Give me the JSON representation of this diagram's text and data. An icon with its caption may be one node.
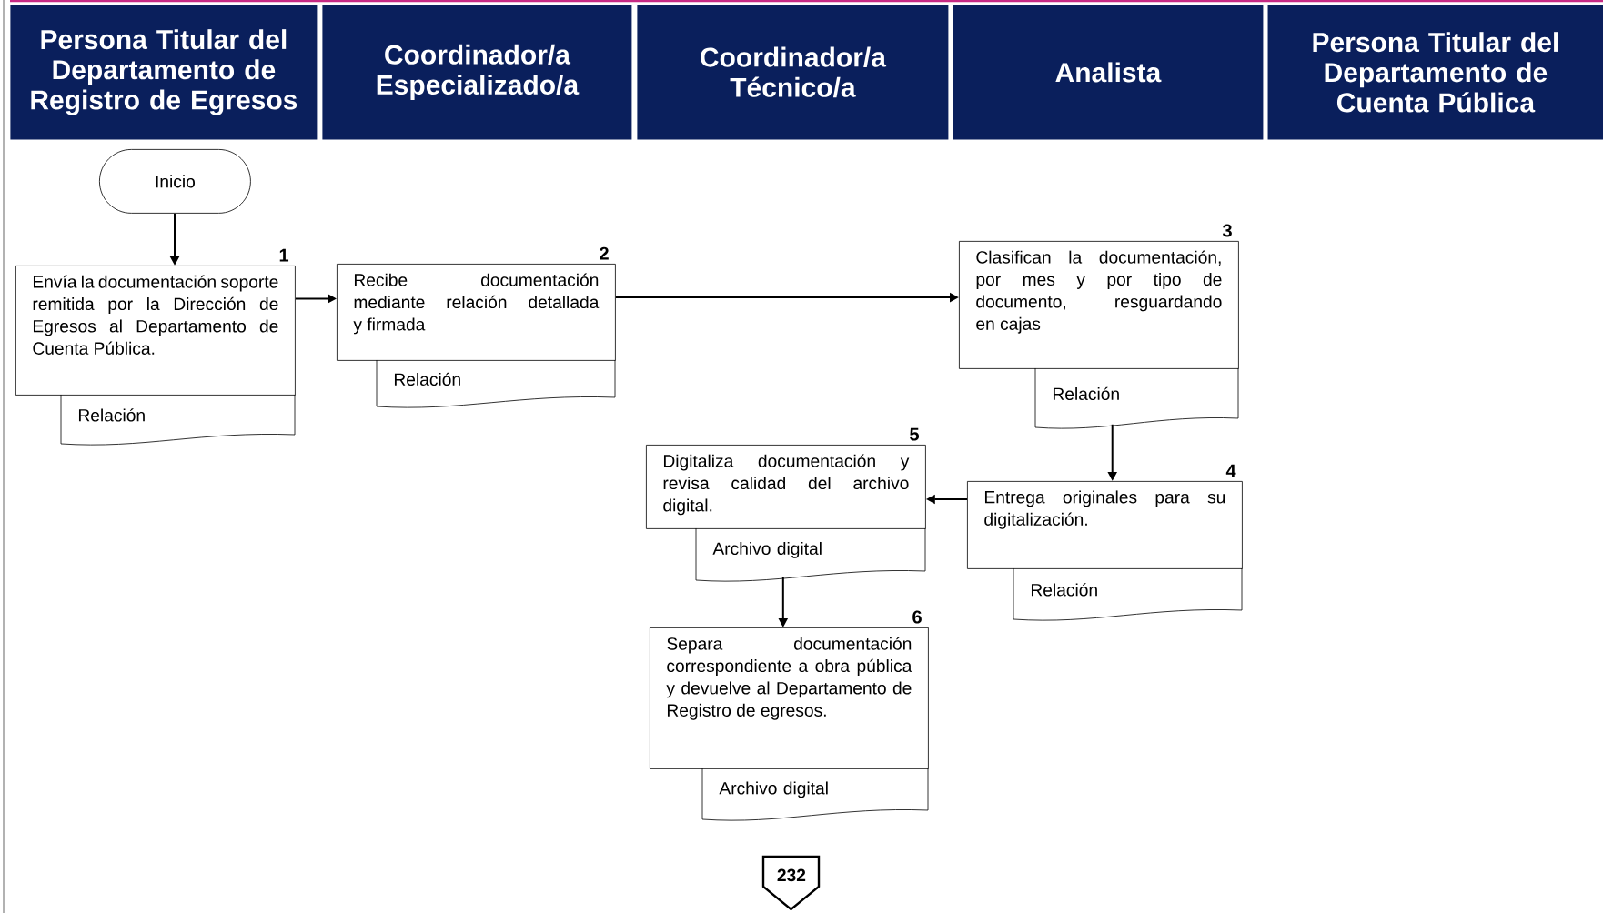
{
  "diagram": {
    "nodes": [
      {
        "text": [
          "Persona Titular del Departamento de Registro de Egresos"
        ]
      },
      {
        "text": [
          "Coordinador/a Especializado/a"
        ]
      },
      {
        "text": [
          "Coordinador/a Técnico/a"
        ]
      },
      {
        "text": [
          "Analista"
        ]
      },
      {
        "text": [
          "Persona Titular del Departamento de Cuenta Pública"
        ]
      },
      {
        "text": [
          "Inicio"
        ]
      },
      {
        "text": [
          "Envía la documentación soporte remitida por la Dirección de Egresos al Departamento de Cuenta Pública."
        ],
        "beside": [
          "1"
        ]
      },
      {
        "text": [
          "Relación"
        ]
      },
      {
        "text": [
          "Recibe documentación mediante relación detallada y firmada"
        ],
        "beside": [
          "2"
        ]
      },
      {
        "text": [
          "Relación"
        ]
      },
      {
        "text": [
          "Clasifican la documentación, por mes y por tipo de documento, resguardando en cajas"
        ],
        "beside": [
          "3"
        ]
      },
      {
        "text": [
          "Relación"
        ]
      },
      {
        "text": [
          "Entrega originales para su digitalización."
        ],
        "beside": [
          "4"
        ]
      },
      {
        "text": [
          "Relación"
        ]
      },
      {
        "text": [
          "Digitaliza documentación y revisa calidad del archivo digital."
        ],
        "beside": [
          "5"
        ]
      },
      {
        "text": [
          "Archivo digital"
        ]
      },
      {
        "text": [
          "Separa documentación correspondiente a obra pública y devuelve al Departamento de Registro de egresos."
        ],
        "beside": [
          "6"
        ]
      },
      {
        "text": [
          "Archivo digital"
        ]
      },
      {
        "text": [
          "232"
        ]
      }
    ],
    "edges": [
      {
        "from": 5,
        "to": 6,
        "arrow": "to"
      },
      {
        "from": 6,
        "to": 8,
        "arrow": "to"
      },
      {
        "from": 8,
        "to": 10,
        "arrow": "to"
      },
      {
        "from": 11,
        "to": 12,
        "arrow": "to"
      },
      {
        "from": 12,
        "to": 14,
        "arrow": "to"
      },
      {
        "from": 15,
        "to": 16,
        "arrow": "to"
      }
    ]
  }
}
